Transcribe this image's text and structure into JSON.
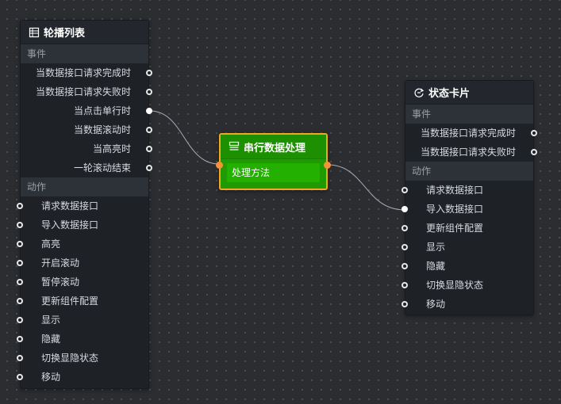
{
  "carousel": {
    "title": "轮播列表",
    "icon": "table-list-icon",
    "events_label": "事件",
    "events": [
      {
        "label": "当数据接口请求完成时"
      },
      {
        "label": "当数据接口请求失败时"
      },
      {
        "label": "当点击单行时"
      },
      {
        "label": "当数据滚动时"
      },
      {
        "label": "当高亮时"
      },
      {
        "label": "一轮滚动结束"
      }
    ],
    "actions_label": "动作",
    "actions": [
      {
        "label": "请求数据接口"
      },
      {
        "label": "导入数据接口"
      },
      {
        "label": "高亮"
      },
      {
        "label": "开启滚动"
      },
      {
        "label": "暂停滚动"
      },
      {
        "label": "更新组件配置"
      },
      {
        "label": "显示"
      },
      {
        "label": "隐藏"
      },
      {
        "label": "切换显隐状态"
      },
      {
        "label": "移动"
      }
    ]
  },
  "serial": {
    "title": "串行数据处理",
    "icon": "serial-process-icon",
    "method": "处理方法",
    "colors": {
      "body": "#1f9a00",
      "border": "#f5a623",
      "port": "#f5923b"
    }
  },
  "status_card": {
    "title": "状态卡片",
    "icon": "status-card-icon",
    "events_label": "事件",
    "events": [
      {
        "label": "当数据接口请求完成时"
      },
      {
        "label": "当数据接口请求失败时"
      }
    ],
    "actions_label": "动作",
    "actions": [
      {
        "label": "请求数据接口"
      },
      {
        "label": "导入数据接口"
      },
      {
        "label": "更新组件配置"
      },
      {
        "label": "显示"
      },
      {
        "label": "隐藏"
      },
      {
        "label": "切换显隐状态"
      },
      {
        "label": "移动"
      }
    ]
  }
}
